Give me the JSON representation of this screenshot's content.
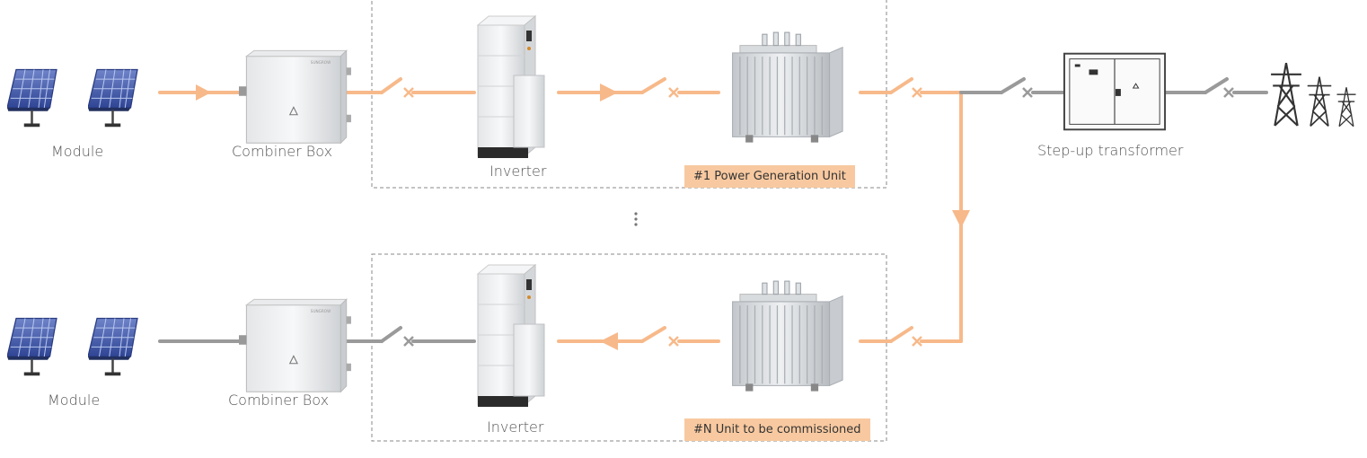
{
  "colors": {
    "active_line": "#f7b98a",
    "inactive_line": "#9a9a9a",
    "tag_bg": "#f8c9a0",
    "frame": "#888888"
  },
  "top_row": {
    "module_label": "Module",
    "combiner_label": "Combiner Box",
    "inverter_label": "Inverter",
    "unit_tag": "#1 Power Generation Unit"
  },
  "bottom_row": {
    "module_label": "Module",
    "combiner_label": "Combiner Box",
    "inverter_label": "Inverter",
    "unit_tag": "#N Unit to be commissioned"
  },
  "grid": {
    "stepup_label": "Step-up transformer"
  },
  "icons": [
    "solar-panel-icon",
    "combiner-box-icon",
    "inverter-icon",
    "transformer-icon",
    "switchgear-icon",
    "transmission-tower-icon",
    "breaker-switch-icon",
    "flow-arrow-icon",
    "ellipsis-icon"
  ]
}
